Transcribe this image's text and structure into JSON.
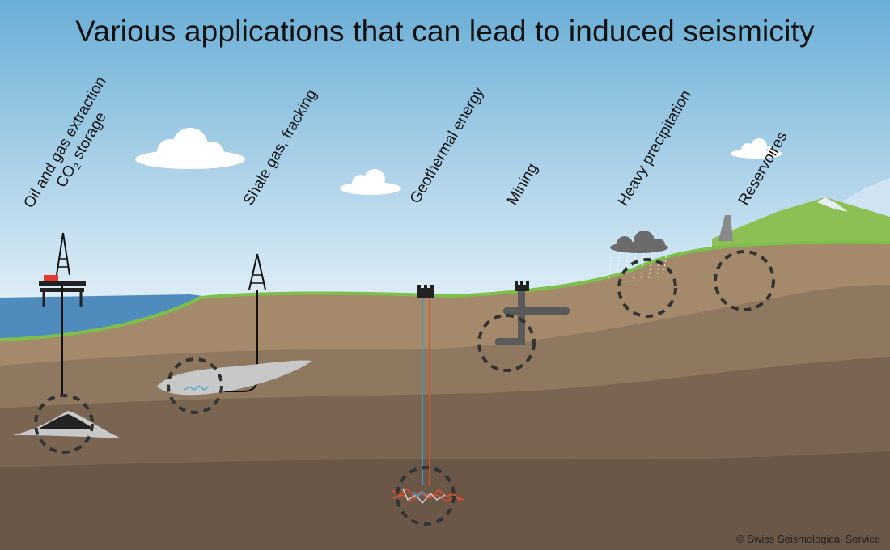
{
  "title": "Various applications that can lead to induced seismicity",
  "labels": {
    "oil_gas": "Oil and gas extraction",
    "co2_prefix": "CO",
    "co2_sub": "2",
    "co2_suffix": " storage",
    "shale": "Shale gas, fracking",
    "geothermal": "Geothermal energy",
    "mining": "Mining",
    "precipitation": "Heavy precipitation",
    "reservoires": "Reservoires"
  },
  "credit": "© Swiss Seismological Service",
  "colors": {
    "sky_top": "#6aaed6",
    "sky_bottom": "#eef6fb",
    "sea": "#4f8bbd",
    "grass": "#7cc04b",
    "layer1": "#a48a6b",
    "layer2": "#8f7860",
    "layer3": "#7a6553",
    "layer4": "#6a5748",
    "hot_pipe": "#e2502a",
    "cold_pipe": "#3a9fd0",
    "circle": "#333333"
  }
}
